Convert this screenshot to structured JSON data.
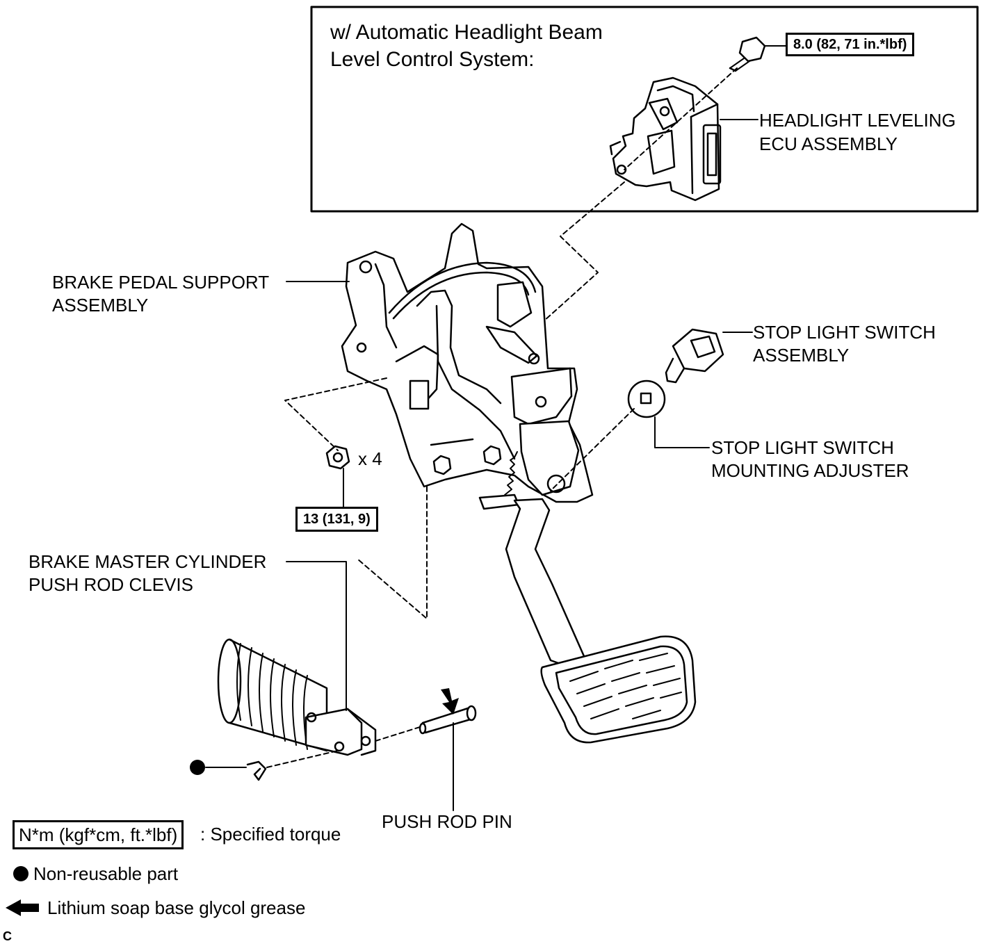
{
  "inset": {
    "title_line1": "w/ Automatic Headlight Beam",
    "title_line2": "Level Control System:",
    "torque": "8.0 (82, 71 in.*lbf)",
    "ecu_label_line1": "HEADLIGHT LEVELING",
    "ecu_label_line2": "ECU ASSEMBLY"
  },
  "labels": {
    "support_line1": "BRAKE PEDAL SUPPORT",
    "support_line2": "ASSEMBLY",
    "stop_switch_line1": "STOP LIGHT SWITCH",
    "stop_switch_line2": "ASSEMBLY",
    "adjuster_line1": "STOP LIGHT SWITCH",
    "adjuster_line2": "MOUNTING ADJUSTER",
    "nut_qty": "x 4",
    "nut_torque": "13 (131, 9)",
    "clevis_line1": "BRAKE MASTER CYLINDER",
    "clevis_line2": "PUSH ROD CLEVIS",
    "pin": "PUSH ROD PIN"
  },
  "legend": {
    "torque_box": "N*m (kgf*cm, ft.*lbf)",
    "torque_text": ": Specified torque",
    "nonreusable": "Non-reusable part",
    "grease": "Lithium soap base glycol grease"
  },
  "corner_code": "C"
}
